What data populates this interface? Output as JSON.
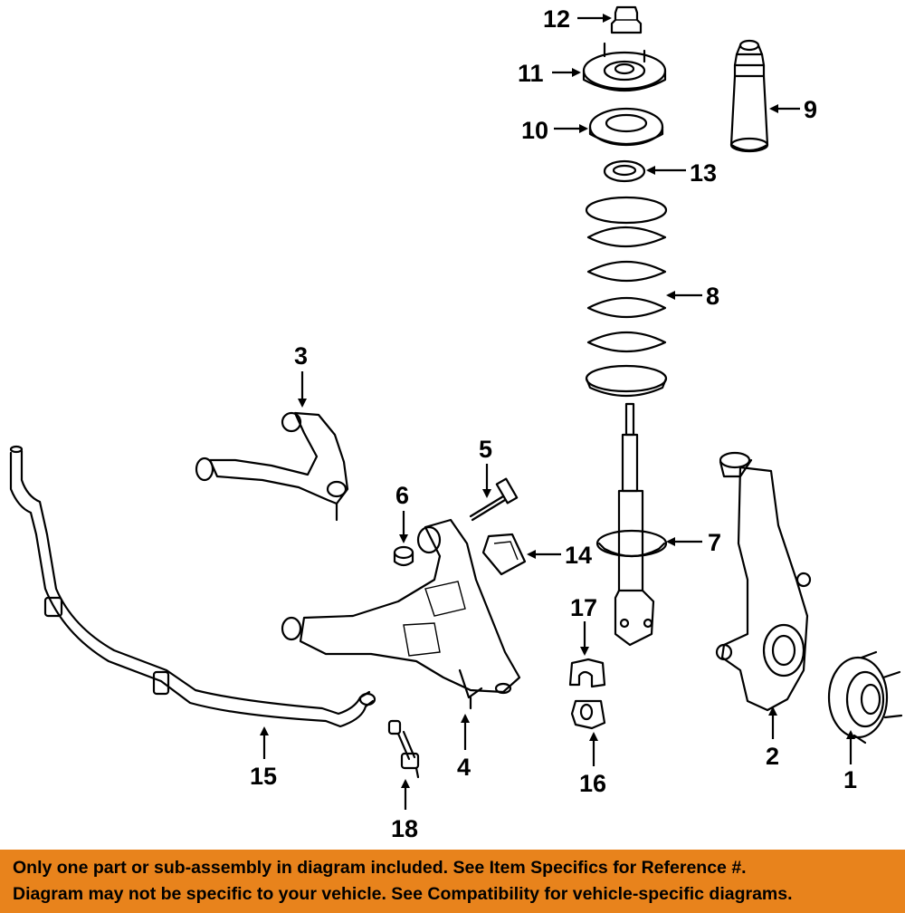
{
  "diagram": {
    "callouts": {
      "c1": "1",
      "c2": "2",
      "c3": "3",
      "c4": "4",
      "c5": "5",
      "c6": "6",
      "c7": "7",
      "c8": "8",
      "c9": "9",
      "c10": "10",
      "c11": "11",
      "c12": "12",
      "c13": "13",
      "c14": "14",
      "c15": "15",
      "c16": "16",
      "c17": "17",
      "c18": "18"
    }
  },
  "banner": {
    "line1": "Only one part or sub-assembly in diagram included. See Item Specifics for Reference #.",
    "line2": "Diagram may not be specific to your vehicle. See Compatibility for vehicle-specific diagrams.",
    "background": "#e8831c"
  }
}
